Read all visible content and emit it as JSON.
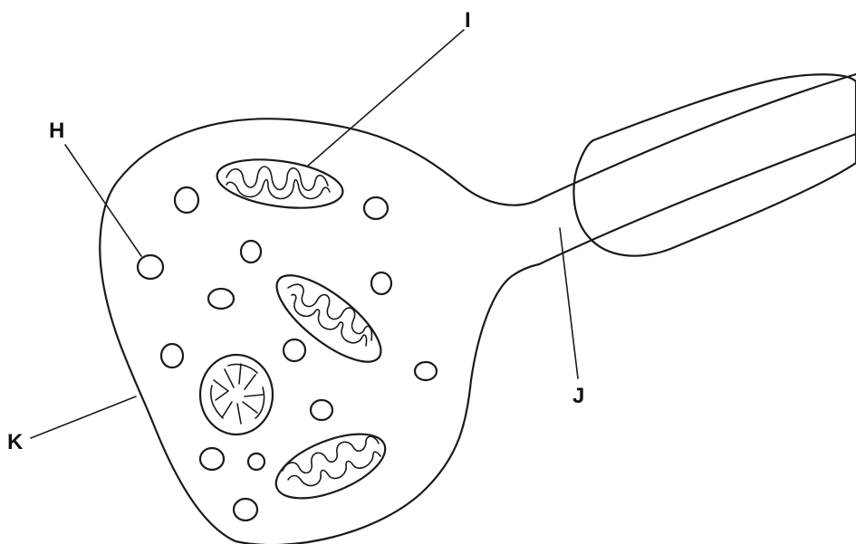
{
  "labels": {
    "h": "H",
    "i": "I",
    "j": "J",
    "k": "K"
  },
  "colors": {
    "line": "#1a1a1a",
    "background": "#ffffff"
  }
}
